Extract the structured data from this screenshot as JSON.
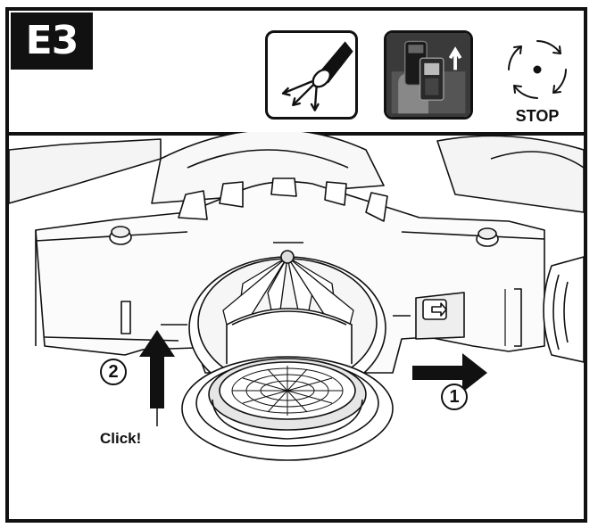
{
  "step": {
    "label": "E3"
  },
  "header_icons": [
    {
      "name": "flashlight-icon"
    },
    {
      "name": "remove-battery-icon"
    },
    {
      "name": "blade-stop-icon",
      "label": "STOP"
    }
  ],
  "callouts": [
    {
      "number": "1"
    },
    {
      "number": "2"
    }
  ],
  "annotation": {
    "click": "Click!"
  },
  "colors": {
    "ink": "#111111",
    "paper": "#ffffff"
  }
}
